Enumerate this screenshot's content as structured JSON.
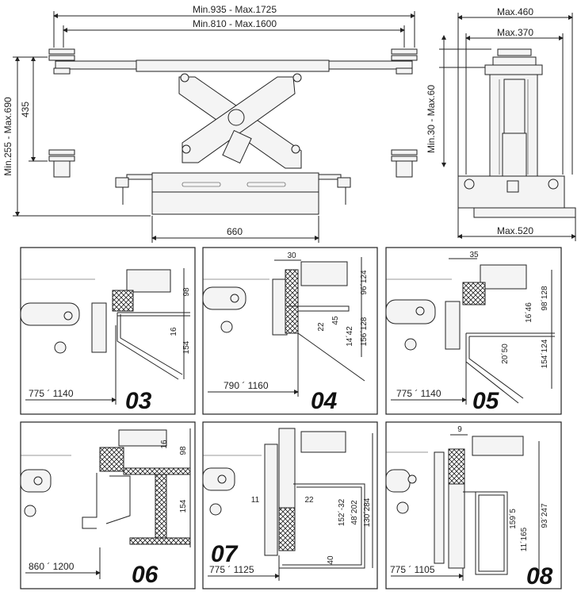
{
  "main_view": {
    "overall_width": "Min.935 - Max.1725",
    "pad_span": "Min.810 - Max.1600",
    "height_range": "Min.255 - Max.690",
    "arm_height": "435",
    "base_width": "660"
  },
  "side_view": {
    "top_width": "Max.460",
    "inner_width": "Max.370",
    "pad_height": "Min.30 - Max.60",
    "base_width": "Max.520"
  },
  "details": [
    {
      "id": "03",
      "range": "775 ´ 1140",
      "dims": [
        "98",
        "16",
        "154"
      ]
    },
    {
      "id": "04",
      "range": "790 ´ 1160",
      "dims": [
        "30",
        "96´124",
        "22",
        "45",
        "14´42",
        "156´128"
      ]
    },
    {
      "id": "05",
      "range": "775 ´ 1140",
      "dims": [
        "35",
        "98´128",
        "16´46",
        "20´50",
        "154´124"
      ]
    },
    {
      "id": "06",
      "range": "860 ´ 1200",
      "dims": [
        "16",
        "98",
        "154"
      ]
    },
    {
      "id": "07",
      "range": "775 ´ 1125",
      "dims": [
        "11",
        "22",
        "152´-32",
        "48´202",
        "130´284",
        "40"
      ]
    },
    {
      "id": "08",
      "range": "775 ´ 1105",
      "dims": [
        "9",
        "11´165",
        "159´5",
        "93´247"
      ]
    }
  ]
}
